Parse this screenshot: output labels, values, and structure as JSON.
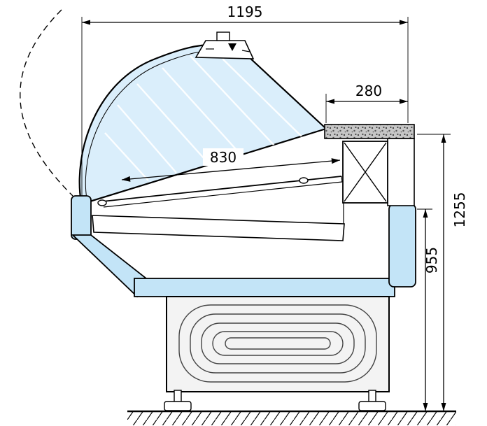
{
  "drawing": {
    "dimensions": {
      "overall_width": "1195",
      "rear_counter_depth": "280",
      "display_deck_length": "830",
      "overall_height": "1255",
      "worktop_height": "955"
    },
    "colors": {
      "outline": "#000000",
      "body_panel": "#c3e4f7",
      "glass": "#daeefb",
      "counter_speckle": "#bdbdbd",
      "base": "#f3f3f3",
      "background": "#ffffff"
    }
  }
}
